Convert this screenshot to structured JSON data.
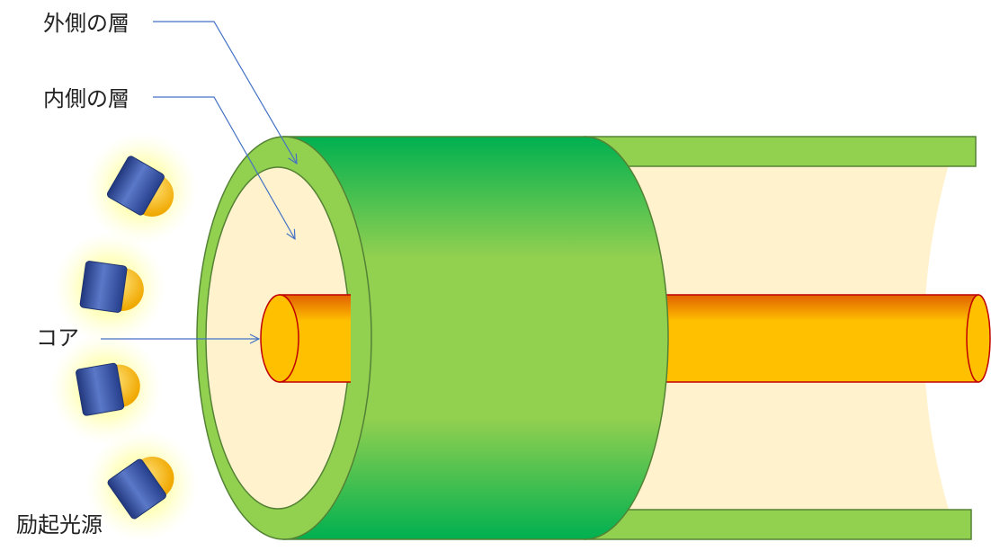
{
  "labels": {
    "outer_layer": "外側の層",
    "inner_layer": "内側の層",
    "core": "コア",
    "pump_source": "励起光源"
  },
  "colors": {
    "outer_layer": "#92d050",
    "outer_layer_dark": "#00b050",
    "inner_layer": "#fff2cc",
    "core": "#ffc000",
    "core_edge": "#c00000",
    "pump_body": "#2f4a9a",
    "pump_lens": "#ffc000",
    "pump_glow": "#ffff66",
    "leader_line": "#4472c4"
  },
  "icons": [
    "pump-light-source-icon"
  ]
}
